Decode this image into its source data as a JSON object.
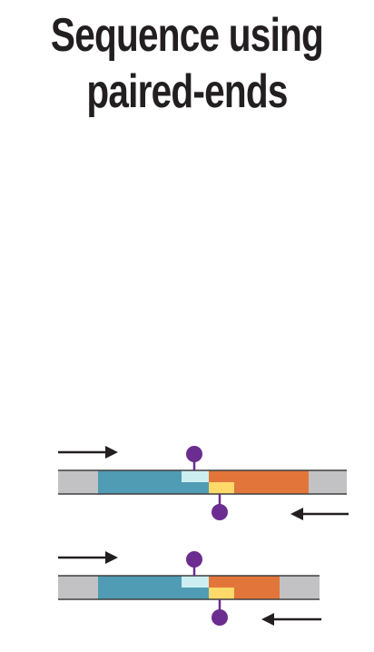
{
  "title": {
    "line1": "Sequence using",
    "line2": "paired-ends"
  },
  "colors": {
    "text": "#231f20",
    "flank": "#c2c2c4",
    "fragment_left": "#4f9cb4",
    "fragment_right": "#e2763a",
    "junction_left": "#cdeef0",
    "junction_right": "#ffd96a",
    "stroke": "#3f3f3f",
    "marker": "#6b2d8f",
    "arrow": "#231f20"
  },
  "reads": [
    {
      "name": "read-pair-1",
      "insert_fraction": 1.0
    },
    {
      "name": "read-pair-2",
      "insert_fraction": 0.8
    }
  ]
}
